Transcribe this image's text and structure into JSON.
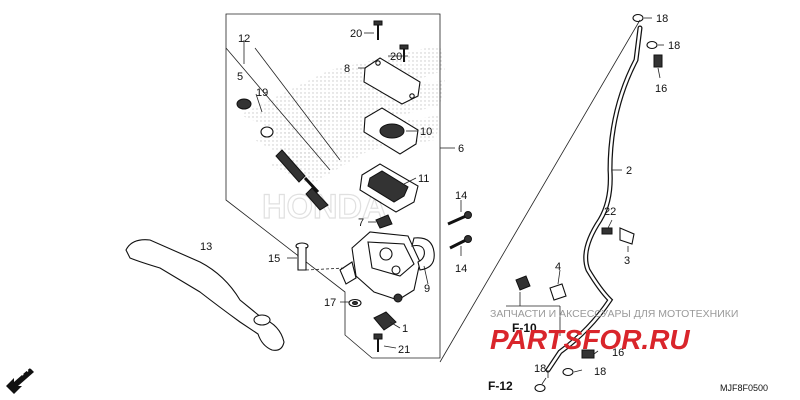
{
  "labels": {
    "p1": "1",
    "p2": "2",
    "p3": "3",
    "p4": "4",
    "p5": "5",
    "p6": "6",
    "p7": "7",
    "p8": "8",
    "p9": "9",
    "p10": "10",
    "p11": "11",
    "p12": "12",
    "p13": "13",
    "p14a": "14",
    "p14b": "14",
    "p15": "15",
    "p16a": "16",
    "p16b": "16",
    "p17": "17",
    "p18a": "18",
    "p18b": "18",
    "p18c": "18",
    "p18d": "18",
    "p19": "19",
    "p20a": "20",
    "p20b": "20",
    "p21": "21",
    "p22": "22"
  },
  "refs": {
    "f10": "F-10",
    "f12": "F-12",
    "fr": "FR."
  },
  "watermark": {
    "caption": "ЗАПЧАСТИ И АКСЕССУАРЫ ДЛЯ МОТОТЕХНИКИ",
    "brand": "PARTSFOR.RU",
    "ghost_brand": "HONDA"
  },
  "diagram_code": "MJF8F0500",
  "colors": {
    "brand_red": "#d9252b",
    "line": "#222222",
    "ghost": "#bdbdbd"
  }
}
